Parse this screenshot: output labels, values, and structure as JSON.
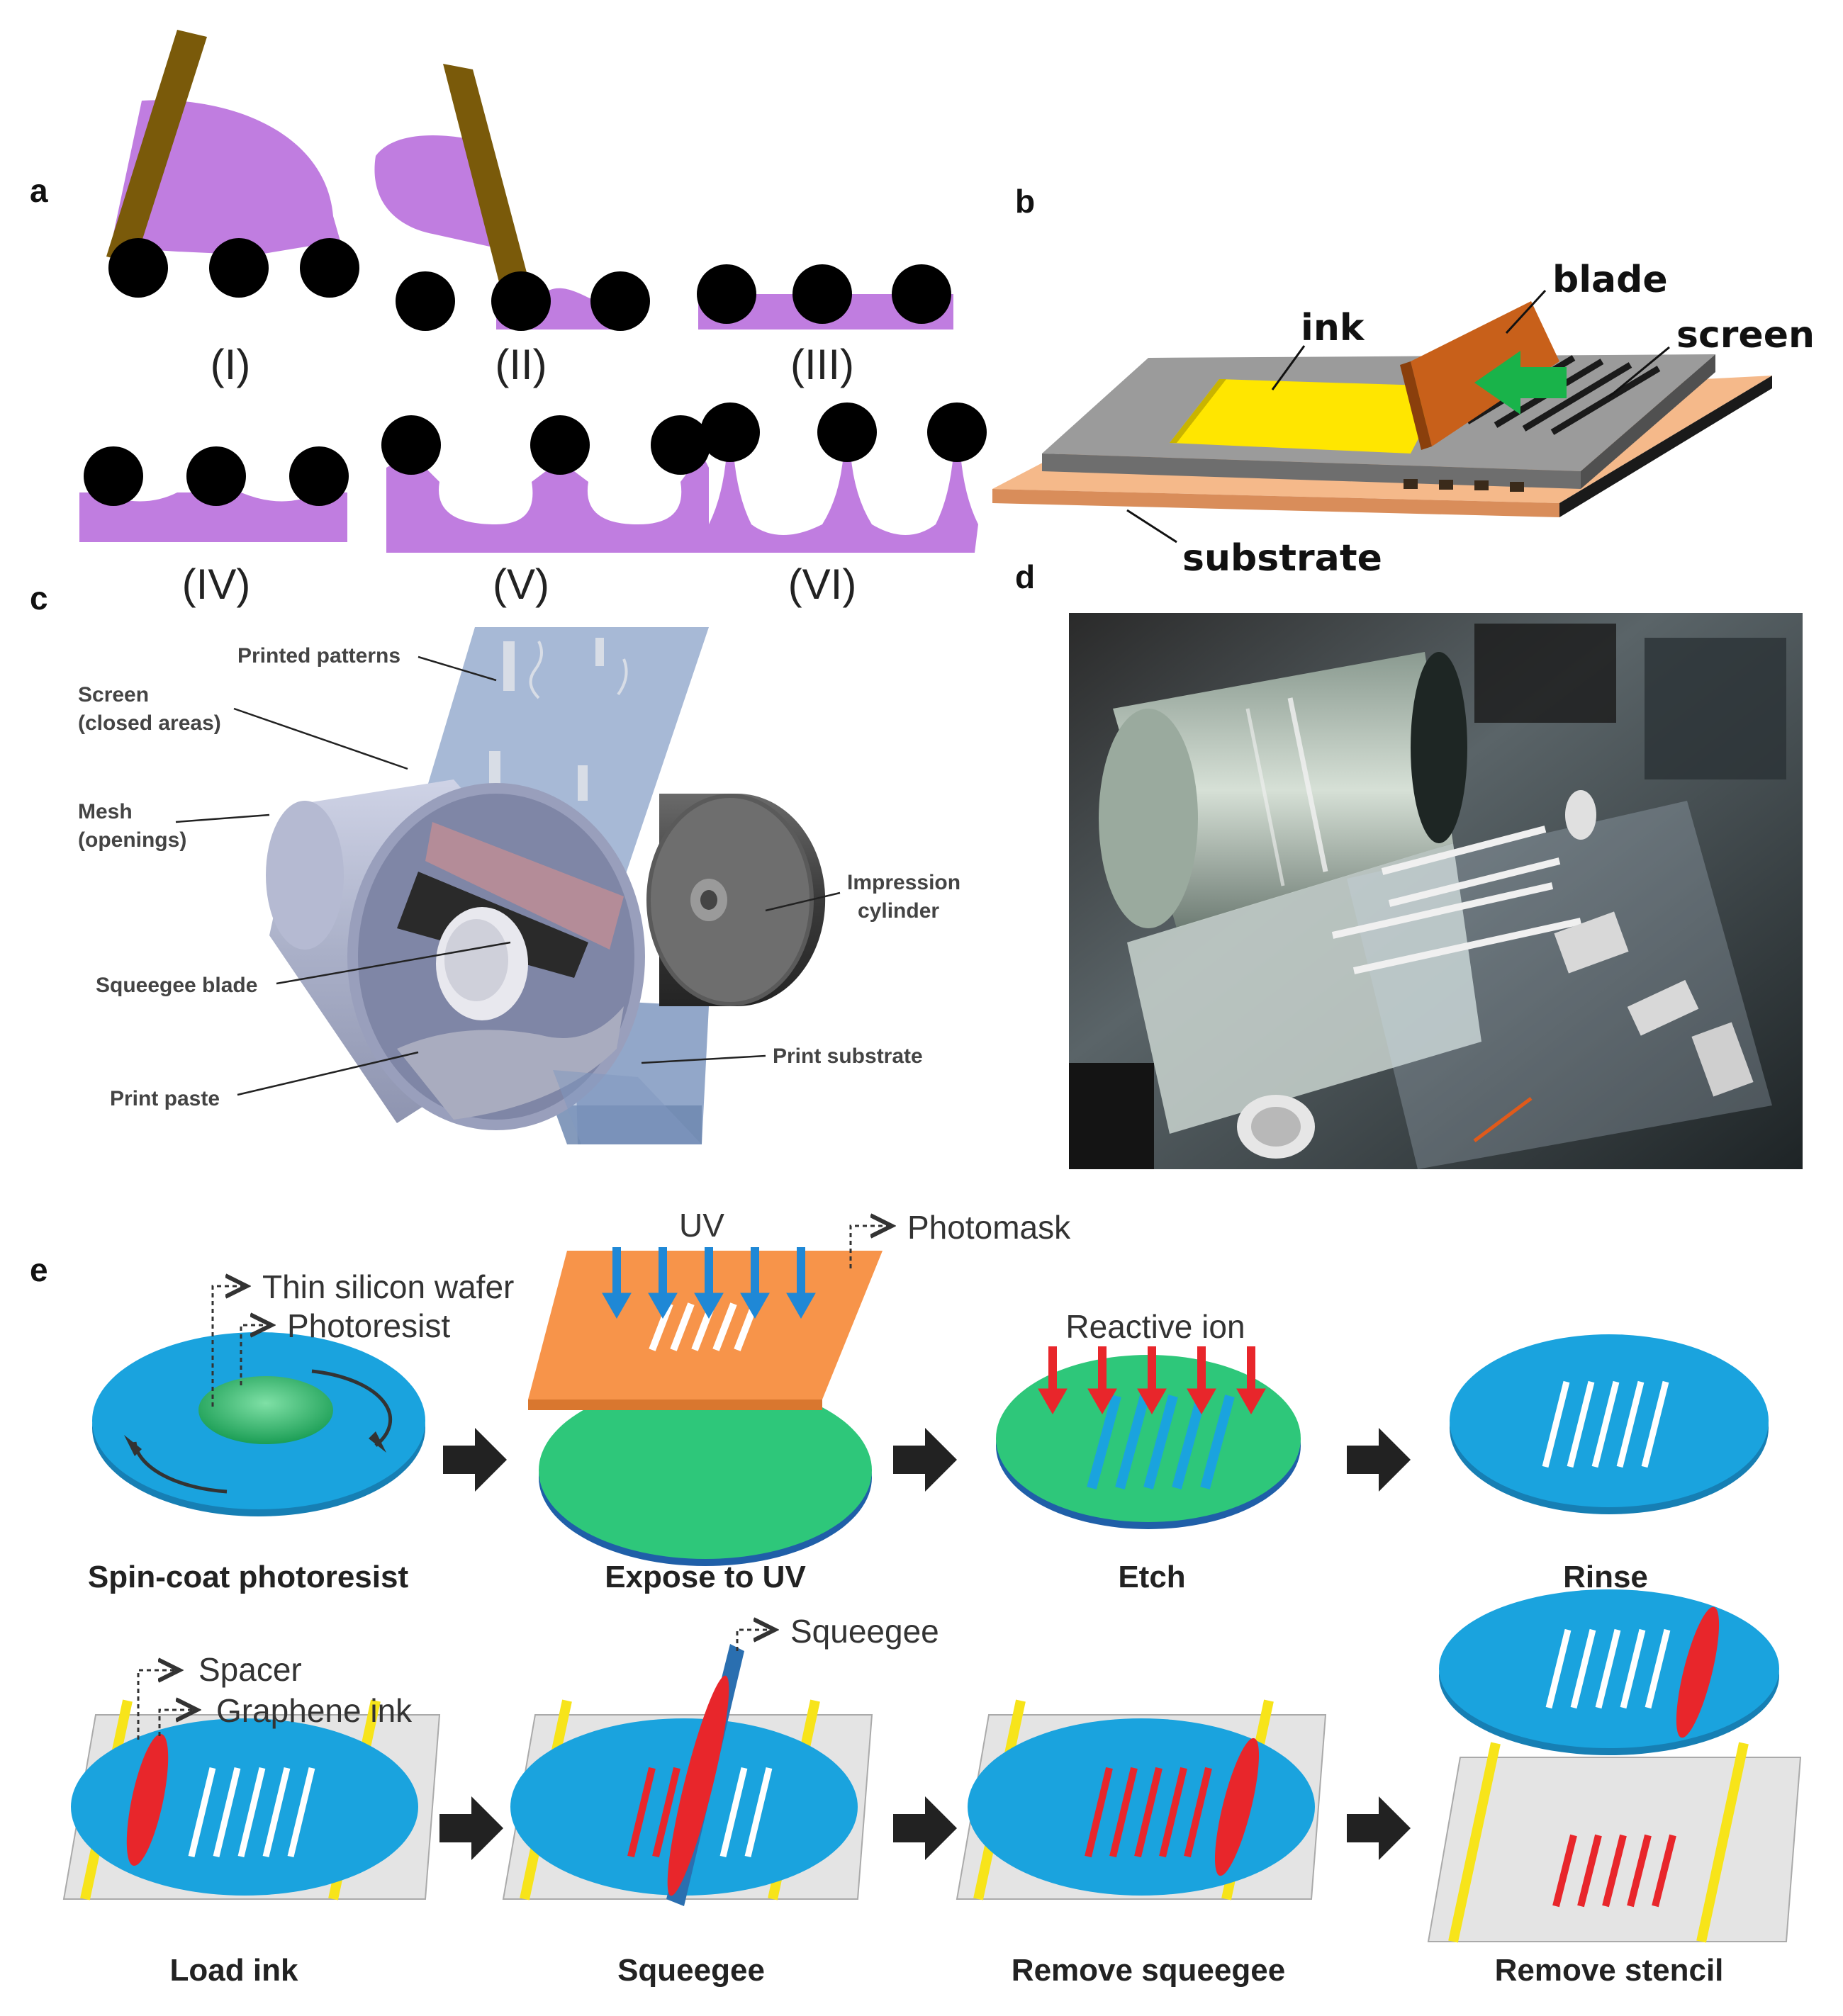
{
  "panels": {
    "a": "a",
    "b": "b",
    "c": "c",
    "d": "d",
    "e": "e"
  },
  "panel_a": {
    "steps": [
      "(I)",
      "(II)",
      "(III)",
      "(IV)",
      "(V)",
      "(VI)"
    ]
  },
  "panel_b": {
    "labels": {
      "ink": "ink",
      "blade": "blade",
      "screen": "screen",
      "substrate": "substrate"
    }
  },
  "panel_c": {
    "labels": {
      "printed_patterns": "Printed patterns",
      "screen_1": "Screen",
      "screen_2": "(closed areas)",
      "mesh_1": "Mesh",
      "mesh_2": "(openings)",
      "impression_1": "Impression",
      "impression_2": "cylinder",
      "squeegee_blade": "Squeegee blade",
      "print_paste": "Print paste",
      "print_substrate": "Print substrate"
    }
  },
  "panel_e": {
    "row1_captions": [
      "Spin-coat photoresist",
      "Expose to UV",
      "Etch",
      "Rinse"
    ],
    "row2_captions": [
      "Load ink",
      "Squeegee",
      "Remove squeegee",
      "Remove stencil"
    ],
    "labels": {
      "thin_wafer": "Thin silicon wafer",
      "photoresist": "Photoresist",
      "uv": "UV",
      "photomask": "Photomask",
      "reactive_ion": "Reactive ion",
      "spacer": "Spacer",
      "graphene_ink": "Graphene ink",
      "squeegee": "Squeegee"
    }
  },
  "colors": {
    "purple_ink": "#c07de0",
    "blade_brown": "#7a5a0a",
    "yellow_ink": "#ffe600",
    "orange_blade": "#c8601a",
    "green_arrow": "#19b34a",
    "wafer_blue": "#1aa3de",
    "resist_green": "#2ec77a",
    "mask_orange": "#f7944a",
    "graphene_red": "#e8262b",
    "uv_blue": "#1f88d6",
    "spacer_yellow": "#f7e41a"
  }
}
